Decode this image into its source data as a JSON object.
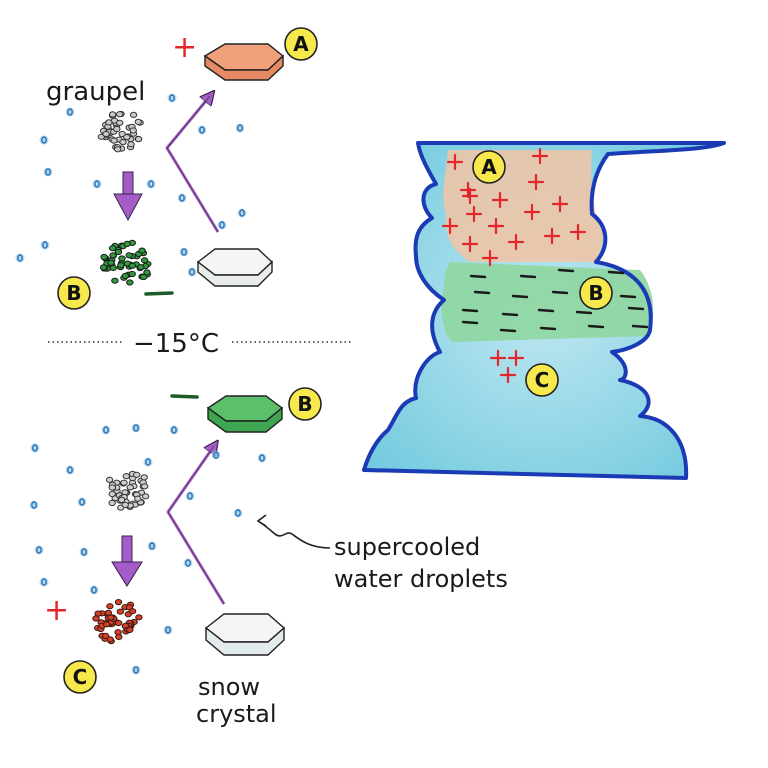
{
  "labels": {
    "graupel": "graupel",
    "temperature": "−15°C",
    "supercooled_line1": "supercooled",
    "supercooled_line2": "water droplets",
    "snow_line1": "snow",
    "snow_line2": "crystal"
  },
  "badges": {
    "a": "A",
    "b": "B",
    "c": "C"
  },
  "signs": {
    "plus": "+",
    "minus": "−"
  },
  "colors": {
    "droplet": "#2f6fb3",
    "droplet_halo": "#9fd0ea",
    "arrow_purple": "#a35cc8",
    "badge_yellow": "#f7e94c",
    "positive_red": "#e3262b",
    "crystal_orange": "#f0a07a",
    "crystal_green": "#5cc06a",
    "graupel_green": "#2f9a3e",
    "graupel_red": "#d8402a",
    "cloud_blue": "#7fd0e3",
    "cloud_outline": "#1a3bb5",
    "cloud_green": "#8fd6a0",
    "cloud_orange": "#f2c4a4"
  },
  "cloud": {
    "upper_positive_count": 16,
    "middle_negative_count": 18,
    "lower_positive_count": 3
  }
}
